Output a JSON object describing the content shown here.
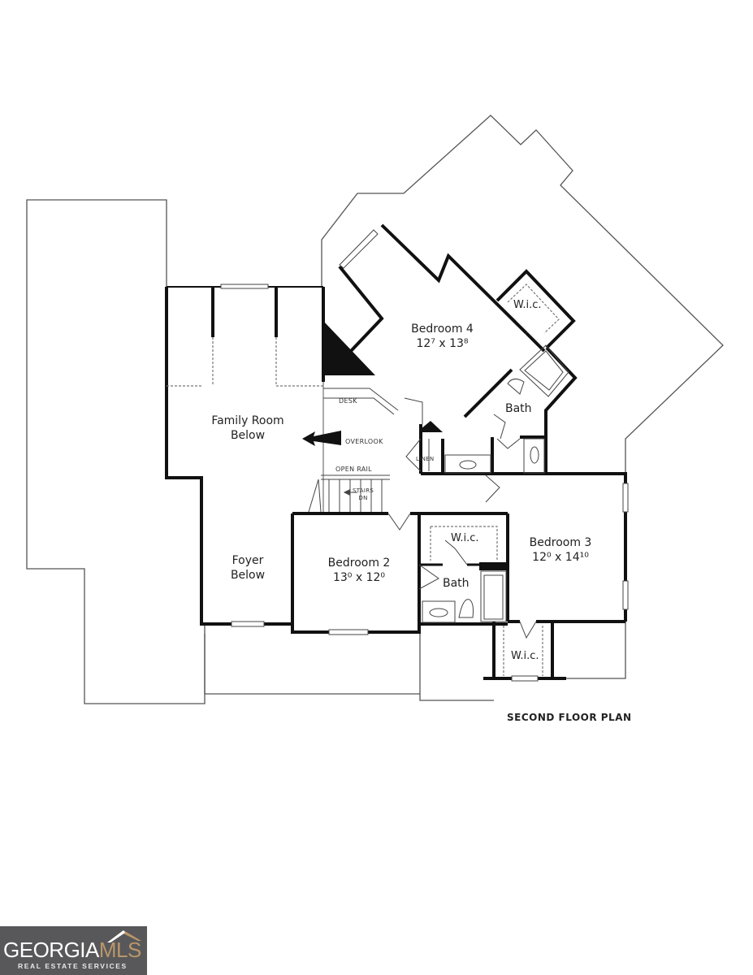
{
  "plan": {
    "caption": "SECOND FLOOR PLAN",
    "rooms": [
      {
        "name": "Bedroom 4",
        "dim": "12⁷ x 13⁸"
      },
      {
        "name": "Bedroom 3",
        "dim": "12⁰ x 14¹⁰"
      },
      {
        "name": "Bedroom 2",
        "dim": "13⁰ x 12⁰"
      },
      {
        "name_line1": "Family Room",
        "name_line2": "Below"
      },
      {
        "name_line1": "Foyer",
        "name_line2": "Below"
      }
    ],
    "labels": {
      "wic_bed4": "W.i.c.",
      "wic_bed2": "W.i.c.",
      "wic_bed3": "W.i.c.",
      "bath_upper": "Bath",
      "bath_lower": "Bath",
      "desk": "DESK",
      "overlook": "OVERLOOK",
      "open_rail": "OPEN RAIL",
      "linen": "LINEN",
      "stairs_line1": "STAIRS",
      "stairs_line2": "DN"
    }
  },
  "watermark": {
    "brand_main": "GEORGIA",
    "brand_accent": "MLS",
    "tagline": "REAL ESTATE SERVICES",
    "colors": {
      "background": "#58585a",
      "accent": "#b9966a",
      "text": "#ffffff"
    }
  }
}
